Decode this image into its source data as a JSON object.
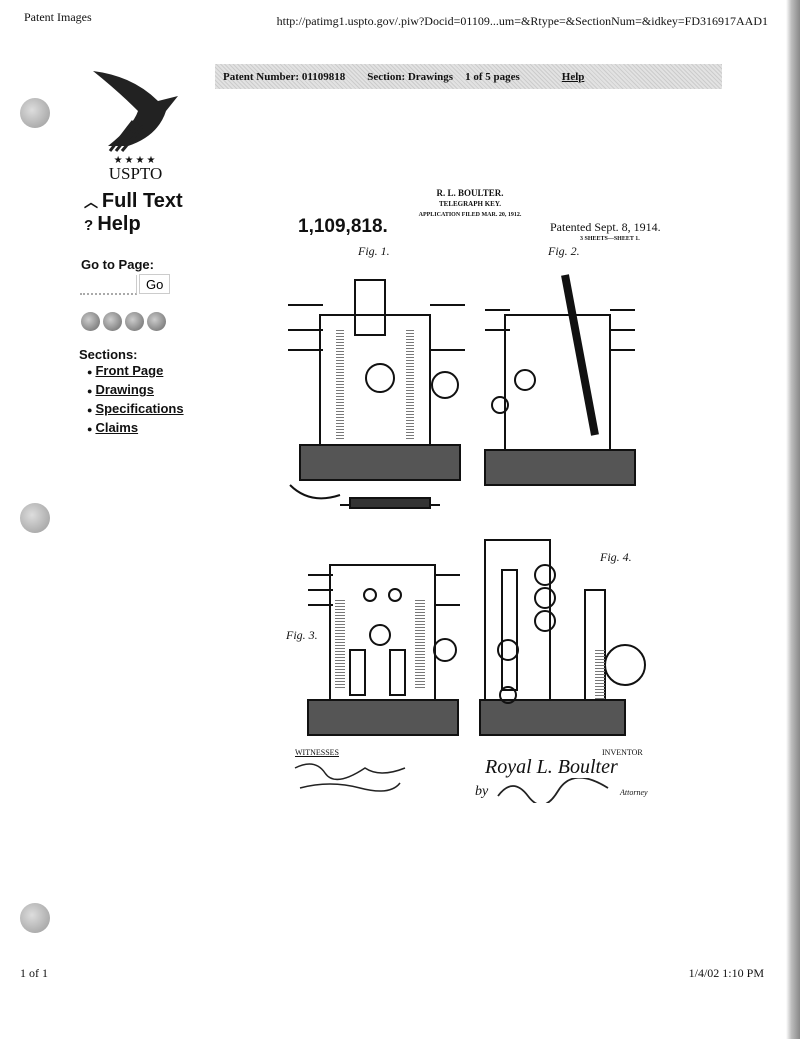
{
  "print_header": {
    "title": "Patent Images",
    "url": "http://patimg1.uspto.gov/.piw?Docid=01109...um=&Rtype=&SectionNum=&idkey=FD316917AAD1"
  },
  "logo": {
    "text": "USPTO"
  },
  "nav": {
    "full_text": "Full Text",
    "help": "Help"
  },
  "goto": {
    "label": "Go to Page:",
    "input_value": "",
    "button": "Go"
  },
  "sections": {
    "label": "Sections:",
    "items": [
      "Front Page",
      "Drawings",
      "Specifications",
      "Claims"
    ]
  },
  "bar": {
    "patent_number": "Patent Number: 01109818",
    "section": "Section: Drawings",
    "pages": "1 of 5 pages",
    "help": "Help"
  },
  "patent": {
    "inventor_name": "R. L. BOULTER.",
    "title": "TELEGRAPH KEY.",
    "filed": "APPLICATION FILED MAR. 20, 1912.",
    "number": "1,109,818.",
    "patented": "Patented Sept. 8, 1914.",
    "sheets": "3 SHEETS—SHEET 1.",
    "fig1": "Fig. 1.",
    "fig2": "Fig. 2.",
    "fig3": "Fig. 3.",
    "fig4": "Fig. 4.",
    "witnesses": "WITNESSES",
    "inventor": "INVENTOR",
    "signature": "Royal L. Boulter",
    "attorney": "Attorney",
    "by": "by"
  },
  "print_footer": {
    "page": "1 of 1",
    "datetime": "1/4/02 1:10 PM"
  }
}
